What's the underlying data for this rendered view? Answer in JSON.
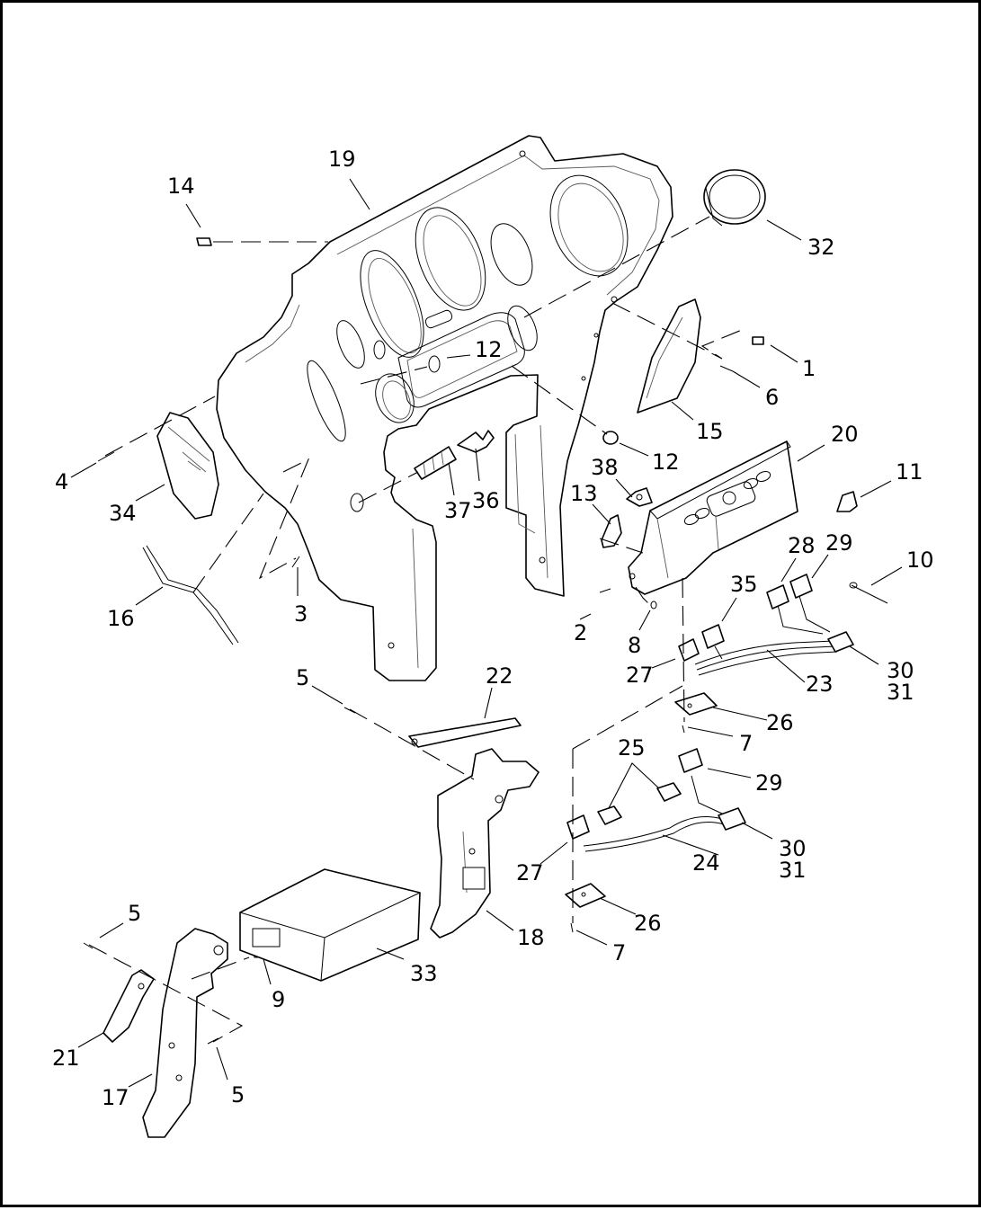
{
  "figure": {
    "callouts": {
      "c1": "1",
      "c2": "2",
      "c3": "3",
      "c4": "4",
      "c5a": "5",
      "c5b": "5",
      "c5c": "5",
      "c6": "6",
      "c7a": "7",
      "c7b": "7",
      "c8": "8",
      "c9": "9",
      "c10": "10",
      "c11": "11",
      "c12a": "12",
      "c12b": "12",
      "c13": "13",
      "c14": "14",
      "c15": "15",
      "c16": "16",
      "c17": "17",
      "c18": "18",
      "c19": "19",
      "c20": "20",
      "c21": "21",
      "c22": "22",
      "c23": "23",
      "c24": "24",
      "c25": "25",
      "c26a": "26",
      "c26b": "26",
      "c27a": "27",
      "c27b": "27",
      "c28": "28",
      "c29a": "29",
      "c29b": "29",
      "c30a": "30",
      "c31a": "31",
      "c30b": "30",
      "c31b": "31",
      "c32": "32",
      "c33": "33",
      "c34": "34",
      "c35": "35",
      "c36": "36",
      "c37": "37",
      "c38": "38"
    }
  }
}
